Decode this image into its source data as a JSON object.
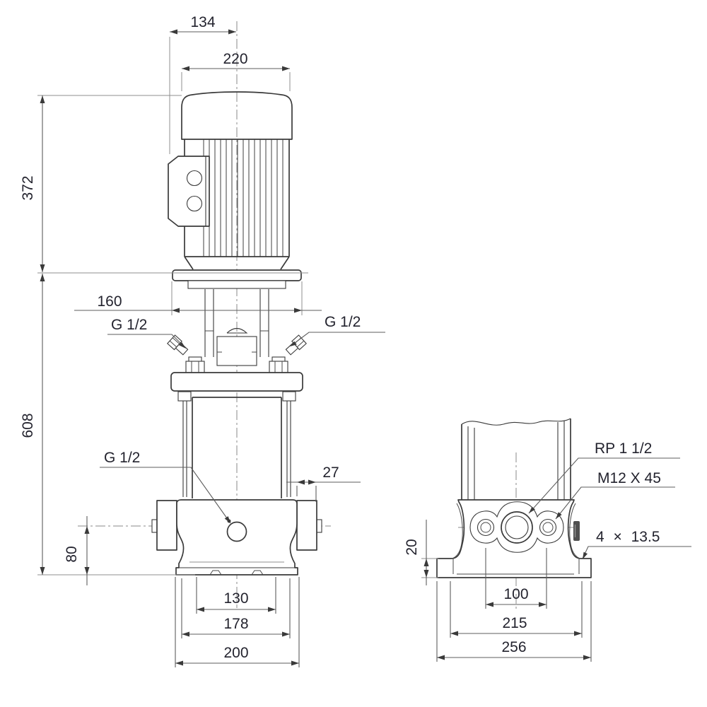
{
  "drawing": {
    "background": "#ffffff",
    "line_color": "#3a3a3a",
    "dimension_line_color": "#5c5c5c",
    "text_color": "#23232e",
    "centerline_color": "#8a8a8a"
  },
  "side_view": {
    "name": "pump side elevation",
    "dims": {
      "motor_box_offset": "134",
      "motor_width": "220",
      "motor_height": "372",
      "stool_flange_width": "160",
      "pump_height": "608",
      "port_projection": "27",
      "port_height": "80",
      "base_inner_width": "130",
      "base_mid_width": "178",
      "base_width": "200"
    },
    "labels": {
      "vent_port_left": "G 1/2",
      "vent_port_right": "G 1/2",
      "drain_port": "G 1/2"
    }
  },
  "front_view": {
    "name": "base front view",
    "dims": {
      "foot_pad_height": "20",
      "bolt_spacing": "100",
      "foot_hole_spacing": "215",
      "foot_width": "256"
    },
    "labels": {
      "port_thread": "RP 1 1/2",
      "bolt_size": "M12 X 45",
      "foot_holes": "4 × 13.5"
    }
  }
}
